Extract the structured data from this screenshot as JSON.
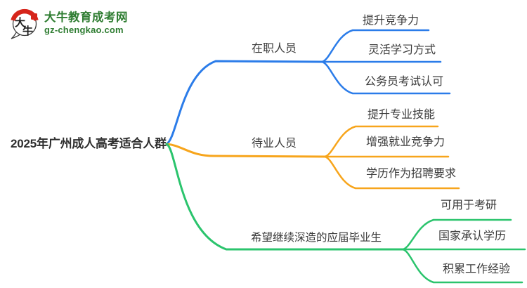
{
  "logo": {
    "site_name": "大牛教育成考网",
    "site_url": "gz-chengkao.com",
    "icon_text_1": "大",
    "icon_text_2": "牛"
  },
  "colors": {
    "branch_employed": "#2b7ce9",
    "branch_unemployed": "#f7a51c",
    "branch_graduates": "#2bc46d",
    "logo_green": "#2f7d32",
    "logo_red": "#d6251b",
    "label_text": "#3b3b3b"
  },
  "mindmap": {
    "root": "2025年广州成人高考适合人群",
    "branches": [
      {
        "label": "在职人员",
        "color": "#2b7ce9",
        "children": [
          "提升竞争力",
          "灵活学习方式",
          "公务员考试认可"
        ]
      },
      {
        "label": "待业人员",
        "color": "#f7a51c",
        "children": [
          "提升专业技能",
          "增强就业竞争力",
          "学历作为招聘要求"
        ]
      },
      {
        "label": "希望继续深造的应届毕业生",
        "color": "#2bc46d",
        "children": [
          "可用于考研",
          "国家承认学历",
          "积累工作经验"
        ]
      }
    ]
  }
}
